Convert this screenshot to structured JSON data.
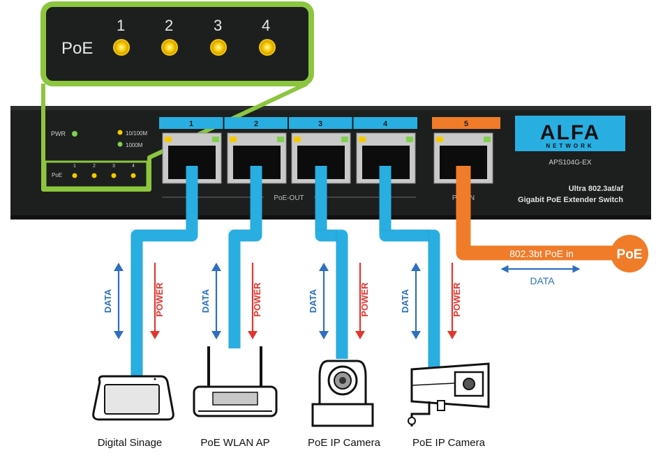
{
  "zoom_panel": {
    "label": "PoE",
    "ports": [
      "1",
      "2",
      "3",
      "4"
    ]
  },
  "switch": {
    "pwr_label": "PWR",
    "poe_label": "PoE",
    "led_ports": [
      "1",
      "2",
      "3",
      "4"
    ],
    "legend_speed_1": "10/100M",
    "legend_speed_2": "1000M",
    "port_labels": [
      "1",
      "2",
      "3",
      "4"
    ],
    "uplink_port_label": "5",
    "group_label": "PoE-OUT",
    "uplink_group_label": "PoE-IN",
    "brand": "ALFA",
    "brand_sub": "NETWORK",
    "model": "APS104G-EX",
    "desc_line1": "Ultra 802.3at/af",
    "desc_line2": "Gigabit PoE Extender Switch"
  },
  "input": {
    "cable_label": "802.3bt PoE in",
    "badge": "PoE",
    "data_label": "DATA"
  },
  "arrows": {
    "data": "DATA",
    "power": "POWER"
  },
  "devices": [
    {
      "label": "Digital Sinage",
      "icon": "display-icon"
    },
    {
      "label": "PoE WLAN AP",
      "icon": "router-icon"
    },
    {
      "label": "PoE IP Camera",
      "icon": "ptz-camera-icon"
    },
    {
      "label": "PoE IP Camera",
      "icon": "bullet-camera-icon"
    }
  ],
  "colors": {
    "cable_blue": "#29aee2",
    "cable_orange": "#f07c2a",
    "data_arrow": "#2e6fc0",
    "power_arrow": "#e2362e",
    "zoom_border": "#8cc63f",
    "led": "#f5c900",
    "switch_body": "#1d1f1e"
  }
}
